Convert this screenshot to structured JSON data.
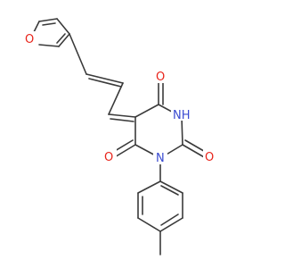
{
  "colors": {
    "bond": "#3a3a3a",
    "oxygen": "#e8231a",
    "nitrogen": "#3a4bd1",
    "background": "#ffffff"
  },
  "atoms": {
    "furan_o": "O",
    "carbonyl_o_top": "O",
    "carbonyl_o_left": "O",
    "carbonyl_o_right": "O",
    "n_h": "NH",
    "n_aryl": "N"
  }
}
